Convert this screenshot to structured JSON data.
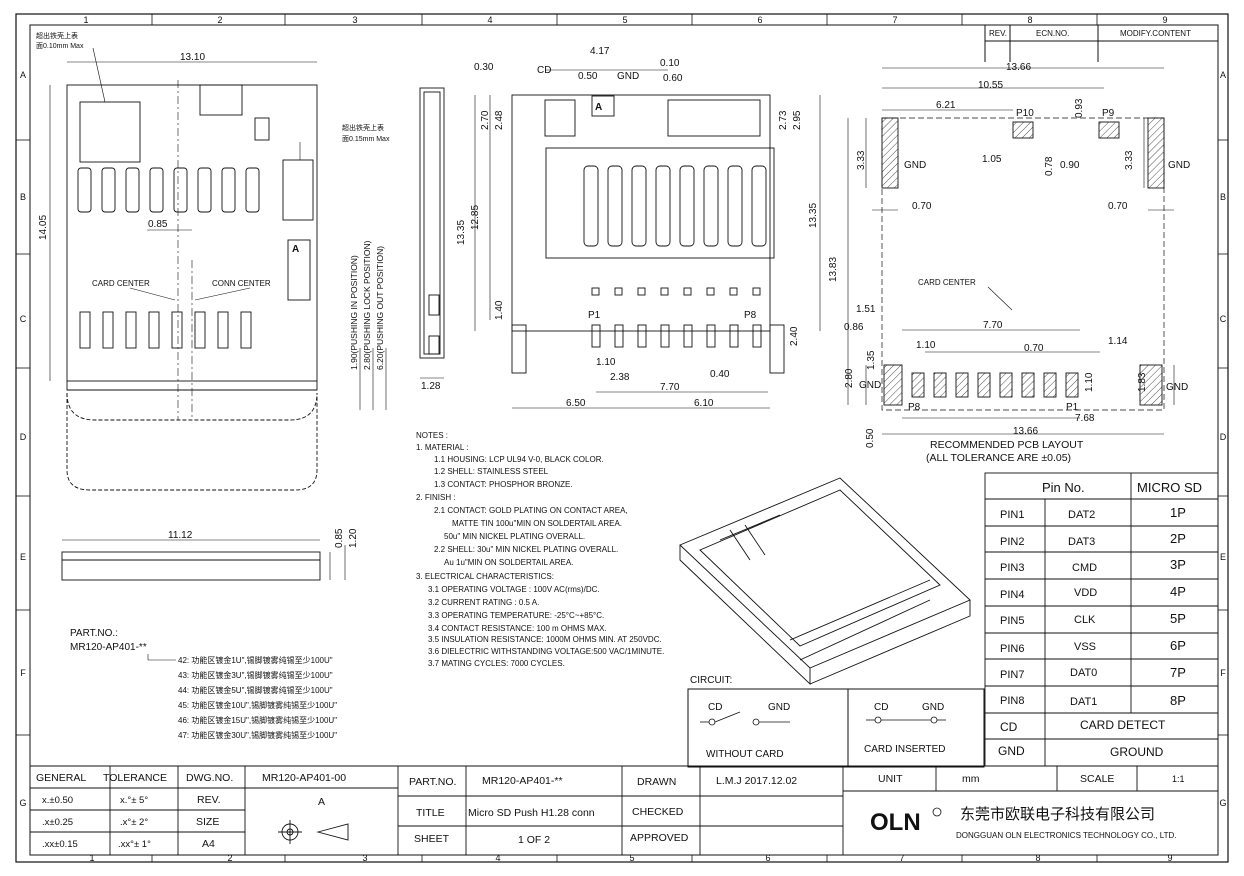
{
  "border": {
    "cols": [
      "1",
      "2",
      "3",
      "4",
      "5",
      "6",
      "7",
      "8",
      "9"
    ],
    "rows": [
      "A",
      "B",
      "C",
      "D",
      "E",
      "F",
      "G"
    ]
  },
  "revision": {
    "rev": "REV.",
    "ecn": "ECN.NO.",
    "modify": "MODIFY.CONTENT"
  },
  "left_view": {
    "note1_line1": "超出铁壳上表",
    "note1_line2": "面0.10mm Max",
    "note2_line1": "超出铁壳上表",
    "note2_line2": "面0.15mm Max",
    "width_dim": "13.10",
    "height_dim": "14.05",
    "offset_dim": "0.85",
    "card_center": "CARD CENTER",
    "conn_center": "CONN CENTER",
    "pos_in": "1.90(PUSHING IN POSITION)",
    "pos_lock": "2.80(PUSHING LOCK POSITION)",
    "pos_out": "6.20(PUSHING OUT POSITION)",
    "mark_a": "A"
  },
  "side_view": {
    "thickness": "1.28"
  },
  "bottom_view": {
    "width_dim": "11.12",
    "h1": "0.85",
    "h2": "1.20"
  },
  "top_view": {
    "d_030": "0.30",
    "cd": "CD",
    "d_417": "4.17",
    "d_050": "0.50",
    "gnd": "GND",
    "d_010": "0.10",
    "d_060": "0.60",
    "d_270": "2.70",
    "d_248": "2.48",
    "d_1335a": "13.35",
    "d_1285": "12.85",
    "d_273": "2.73",
    "d_295": "2.95",
    "d_1335b": "13.35",
    "d_140": "1.40",
    "p1": "P1",
    "p8": "P8",
    "d_240": "2.40",
    "d_110": "1.10",
    "d_238": "2.38",
    "d_770": "7.70",
    "d_040": "0.40",
    "d_650": "6.50",
    "d_610": "6.10",
    "mark_a": "A"
  },
  "pcb_layout": {
    "d_1366": "13.66",
    "d_1055": "10.55",
    "d_621": "6.21",
    "p10": "P10",
    "p9": "P9",
    "d_093": "0.93",
    "d_333a": "3.33",
    "gnd_l": "GND",
    "d_105": "1.05",
    "d_078": "0.78",
    "d_090": "0.90",
    "d_333b": "3.33",
    "gnd_r": "GND",
    "d_070a": "0.70",
    "d_070b": "0.70",
    "d_1383": "13.83",
    "card_center": "CARD CENTER",
    "d_151": "1.51",
    "d_086": "0.86",
    "d_770": "7.70",
    "d_110a": "1.10",
    "d_070c": "0.70",
    "d_114": "1.14",
    "d_135": "1.35",
    "d_280": "2.80",
    "gnd_bl": "GND",
    "gnd_br": "GND",
    "d_183": "1.83",
    "p8": "P8",
    "p1": "P1",
    "d_110b": "1.10",
    "d_768": "7.68",
    "d_050": "0.50",
    "d_1366b": "13.66",
    "caption1": "RECOMMENDED PCB LAYOUT",
    "caption2": "(ALL TOLERANCE ARE ±0.05)"
  },
  "notes": [
    "NOTES :",
    "1. MATERIAL :",
    "1.1 HOUSING: LCP UL94 V-0, BLACK COLOR.",
    "1.2 SHELL: STAINLESS STEEL",
    "1.3 CONTACT: PHOSPHOR BRONZE.",
    "2. FINISH :",
    "2.1 CONTACT: GOLD PLATING ON CONTACT AREA,",
    "MATTE TIN 100u\"MIN ON SOLDERTAIL AREA.",
    "50u\" MIN NICKEL PLATING OVERALL.",
    "2.2 SHELL: 30u\" MIN NICKEL PLATING OVERALL.",
    "Au 1u\"MIN ON SOLDERTAIL AREA.",
    "3. ELECTRICAL CHARACTERISTICS:",
    "3.1 OPERATING VOLTAGE : 100V AC(rms)/DC.",
    "3.2 CURRENT RATING : 0.5 A.",
    "3.3 OPERATING TEMPERATURE: -25°C~+85°C.",
    "3.4 CONTACT RESISTANCE: 100 m OHMS MAX.",
    "3.5 INSULATION RESISTANCE: 1000M OHMS MIN. AT 250VDC.",
    "3.6 DIELECTRIC WITHSTANDING VOLTAGE:500 VAC/1MINUTE.",
    "3.7 MATING CYCLES: 7000 CYCLES."
  ],
  "part_no": {
    "label": "PART.NO.:",
    "value": "MR120-AP401-**",
    "options": [
      "42: 功能区镀金1U\",锡脚镀雾纯锡至少100U\"",
      "43: 功能区镀金3U\",锡脚镀雾纯锡至少100U\"",
      "44: 功能区镀金5U\",锡脚镀雾纯锡至少100U\"",
      "45: 功能区镀金10U\",锡脚镀雾纯锡至少100U\"",
      "46: 功能区镀金15U\",锡脚镀雾纯锡至少100U\"",
      "47: 功能区镀金30U\",锡脚镀雾纯锡至少100U\""
    ]
  },
  "circuit": {
    "title": "CIRCUIT:",
    "cd": "CD",
    "gnd": "GND",
    "without": "WITHOUT CARD",
    "inserted": "CARD INSERTED"
  },
  "pin_table": {
    "header_pin": "Pin No.",
    "header_sd": "MICRO SD",
    "rows": [
      {
        "pin": "PIN1",
        "signal": "DAT2",
        "sd": "1P"
      },
      {
        "pin": "PIN2",
        "signal": "DAT3",
        "sd": "2P"
      },
      {
        "pin": "PIN3",
        "signal": "CMD",
        "sd": "3P"
      },
      {
        "pin": "PIN4",
        "signal": "VDD",
        "sd": "4P"
      },
      {
        "pin": "PIN5",
        "signal": "CLK",
        "sd": "5P"
      },
      {
        "pin": "PIN6",
        "signal": "VSS",
        "sd": "6P"
      },
      {
        "pin": "PIN7",
        "signal": "DAT0",
        "sd": "7P"
      },
      {
        "pin": "PIN8",
        "signal": "DAT1",
        "sd": "8P"
      }
    ],
    "cd_label": "CD",
    "cd_value": "CARD DETECT",
    "gnd_label": "GND",
    "gnd_value": "GROUND"
  },
  "title_block": {
    "general": "GENERAL",
    "tolerance": "TOLERANCE",
    "tol_1": "x.±0.50",
    "ang_1": "x.°± 5°",
    "tol_2": ".x±0.25",
    "ang_2": ".x°± 2°",
    "tol_3": ".xx±0.15",
    "ang_3": ".xx°± 1°",
    "dwg_no_label": "DWG.NO.",
    "dwg_no": "MR120-AP401-00",
    "rev_label": "REV.",
    "rev": "A",
    "size_label": "SIZE",
    "size": "A4",
    "part_no_label": "PART.NO.",
    "part_no": "MR120-AP401-**",
    "title_label": "TITLE",
    "title": "Micro SD Push H1.28 conn",
    "sheet_label": "SHEET",
    "sheet": "1 OF 2",
    "drawn_label": "DRAWN",
    "drawn": "L.M.J 2017.12.02",
    "checked_label": "CHECKED",
    "approved_label": "APPROVED",
    "unit_label": "UNIT",
    "unit": "mm",
    "scale_label": "SCALE",
    "scale": "1:1",
    "logo": "OLN",
    "company_cn": "东莞市欧联电子科技有限公司",
    "company_en": "DONGGUAN OLN ELECTRONICS TECHNOLOGY CO., LTD."
  }
}
